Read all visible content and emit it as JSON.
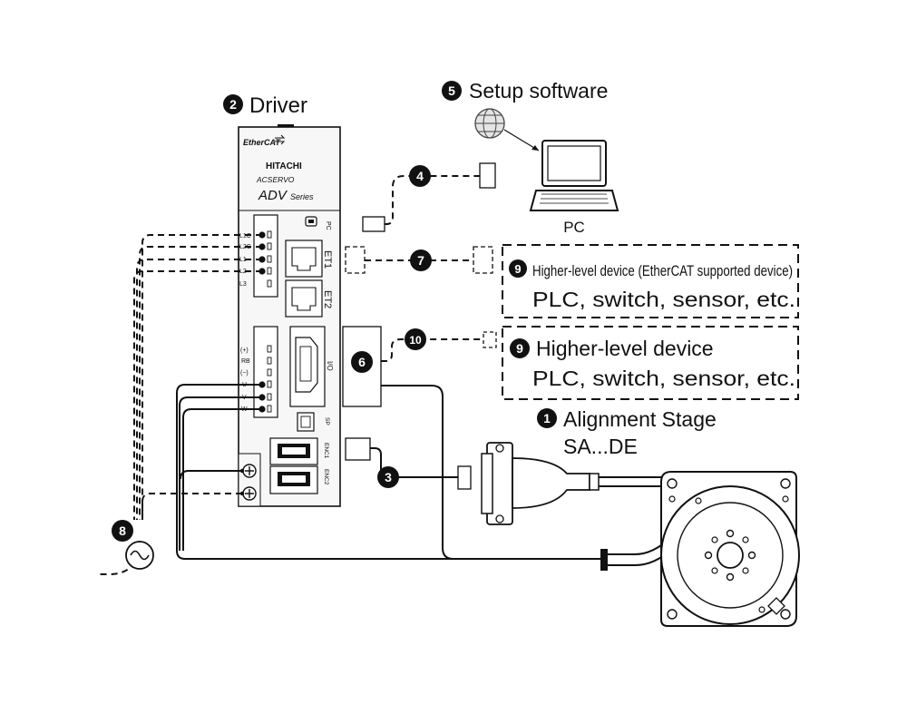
{
  "driver": {
    "number": "2",
    "title": "Driver",
    "ethercat_logo": "EtherCAT",
    "brand": "HITACHI",
    "product_line": "ACSERVO",
    "series_name": "ADV",
    "series_suffix": "Series",
    "power_terminals": [
      "L1C",
      "L2C",
      "L1",
      "L2",
      "L3"
    ],
    "motor_terminals": [
      "(+)",
      "RB",
      "(−)",
      "U",
      "V",
      "W"
    ],
    "port_pc": "PC",
    "port_et1": "ET1",
    "port_et2": "ET2",
    "port_io": "I/O",
    "port_sp": "SP",
    "port_enc1": "ENC1",
    "port_enc2": "ENC2"
  },
  "setup_software": {
    "number": "5",
    "title": "Setup software",
    "pc_label": "PC"
  },
  "higher_ethercat": {
    "number": "9",
    "title": "Higher-level device (EtherCAT supported device)",
    "examples": "PLC, switch, sensor, etc."
  },
  "higher_io": {
    "number": "9",
    "title": "Higher-level device",
    "examples": "PLC, switch, sensor, etc."
  },
  "stage": {
    "number": "1",
    "title": "Alignment Stage",
    "model": "SA...DE"
  },
  "markers": {
    "m3": "3",
    "m4": "4",
    "m6": "6",
    "m7": "7",
    "m8": "8",
    "m10": "10"
  },
  "colors": {
    "line": "#111111",
    "background": "#ffffff",
    "body": "#f7f7f7"
  }
}
